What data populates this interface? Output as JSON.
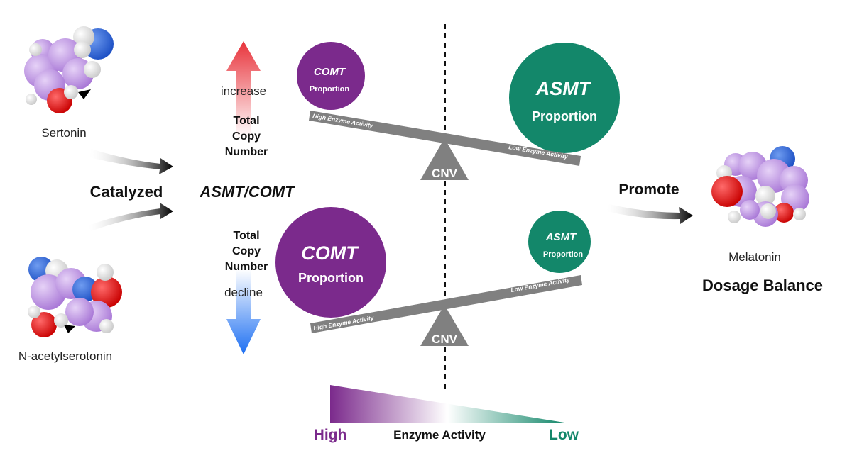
{
  "colors": {
    "purple": "#7b2a8c",
    "green": "#13876a",
    "beam": "#808080",
    "arrow_up": "#e8333b",
    "arrow_down": "#1d6ff2",
    "atom_carbon": "#b98be0",
    "atom_nitrogen": "#2f6fe0",
    "atom_oxygen": "#e01414",
    "atom_hydrogen": "#ffffff"
  },
  "molecules": {
    "serotonin": "Sertonin",
    "n_acetylserotonin": "N-acetylserotonin",
    "melatonin": "Melatonin"
  },
  "labels": {
    "catalyzed": "Catalyzed",
    "enzymes": "ASMT/COMT",
    "promote": "Promote",
    "dosage_balance": "Dosage Balance"
  },
  "copy_number": {
    "increase": "increase",
    "decline": "decline",
    "total": "Total",
    "copy": "Copy",
    "number": "Number"
  },
  "top_balance": {
    "left_title": "COMT",
    "left_sub": "Proportion",
    "right_title": "ASMT",
    "right_sub": "Proportion",
    "left_bar": "High Enzyme Activity",
    "right_bar": "Low Enzyme Activity",
    "fulcrum": "CNV"
  },
  "bottom_balance": {
    "left_title": "COMT",
    "left_sub": "Proportion",
    "right_title": "ASMT",
    "right_sub": "Proportion",
    "left_bar": "High Enzyme Activity",
    "right_bar": "Low Enzyme Activity",
    "fulcrum": "CNV"
  },
  "legend": {
    "high": "High",
    "title": "Enzyme Activity",
    "low": "Low"
  }
}
